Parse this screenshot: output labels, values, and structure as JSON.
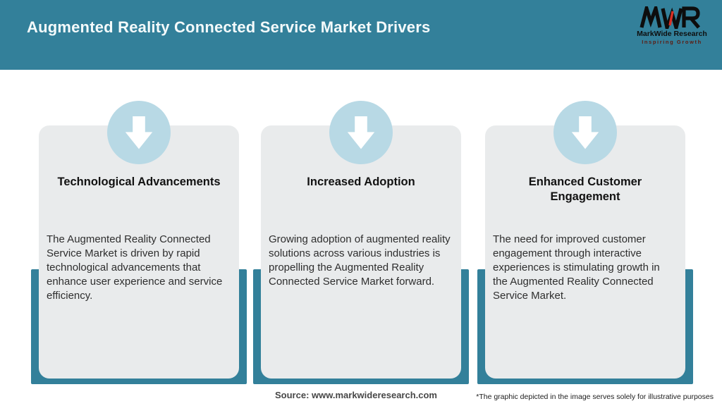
{
  "header": {
    "title": "Augmented Reality Connected Service Market Drivers",
    "logo": {
      "acronym": "MWR",
      "name": "MarkWide Research",
      "tagline": "Inspiring Growth"
    }
  },
  "cards": [
    {
      "icon": "down-arrow-icon",
      "title": "Technological Advancements",
      "body": "The Augmented Reality Connected Service Market is driven by rapid technological advancements that enhance user experience and service efficiency."
    },
    {
      "icon": "down-arrow-icon",
      "title": "Increased Adoption",
      "body": "Growing adoption of augmented reality solutions across various industries is propelling the Augmented Reality Connected Service Market forward."
    },
    {
      "icon": "down-arrow-icon",
      "title": "Enhanced Customer Engagement",
      "body": "The need for improved customer engagement through interactive experiences is stimulating growth in the Augmented Reality Connected Service Market."
    }
  ],
  "footer": {
    "source": "Source: www.markwideresearch.com",
    "disclaimer": "*The graphic depicted in the image serves solely for illustrative purposes"
  },
  "colors": {
    "teal": "#33809a",
    "circle_blue": "#b8d9e5",
    "card_gray": "#e9ebec",
    "logo_red": "#d93025"
  }
}
